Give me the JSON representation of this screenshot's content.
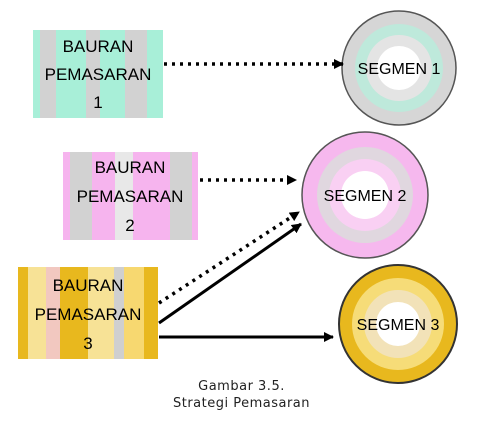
{
  "marketing_mixes": [
    {
      "line1": "BAURAN",
      "line2": "PEMASARAN",
      "number": "1"
    },
    {
      "line1": "BAURAN",
      "line2": "PEMASARAN",
      "number": "2"
    },
    {
      "line1": "BAURAN",
      "line2": "PEMASARAN",
      "number": "3"
    }
  ],
  "segments": [
    {
      "label": "SEGMEN 1"
    },
    {
      "label": "SEGMEN 2"
    },
    {
      "label": "SEGMEN 3"
    }
  ],
  "colors": {
    "mix1": "#a8efd8",
    "mix2": "#f6b4ee",
    "mix3": "#e8b81e",
    "stripe_gray": "#d2d2d2",
    "arrow": "#000000"
  },
  "caption": {
    "line1": "Gambar 3.5.",
    "line2": "Strategi Pemasaran"
  }
}
